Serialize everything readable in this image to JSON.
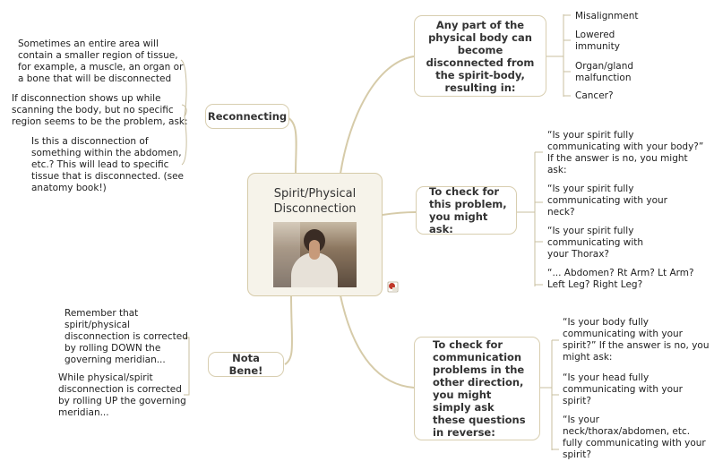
{
  "central": {
    "title": "Spirit/Physical\nDisconnection"
  },
  "nodes": {
    "reconnecting": "Reconnecting",
    "nota_bene": "Nota Bene!",
    "any_part": "Any part of the\nphysical body can\nbecome\ndisconnected from\nthe spirit-body,\nresulting in:",
    "to_check": "To check for\nthis problem,\nyou might ask:",
    "to_check_comm": "To check for\ncommunication\nproblems in the\nother direction,\nyou might\nsimply ask\nthese questions\nin reverse:"
  },
  "reconnecting_notes": [
    "Sometimes an entire area will\ncontain a smaller region of tissue,\nfor example, a muscle, an organ or\na bone that will be disconnected",
    "If disconnection shows up while\nscanning the body, but no specific\nregion seems to be the problem, ask:",
    "Is this a disconnection of\nsomething within the  abdomen,\netc.? This will lead to specific\ntissue that is disconnected. (see\nanatomy book!)"
  ],
  "nota_bene_notes": [
    "Remember that\nspirit/physical\ndisconnection is corrected\nby rolling DOWN the\ngoverning meridian...",
    "While physical/spirit\ndisconnection is corrected\nby rolling UP the governing\nmeridian..."
  ],
  "results": [
    "Misalignment",
    "Lowered\nimmunity",
    "Organ/gland\nmalfunction",
    "Cancer?"
  ],
  "check_questions": [
    "“Is your spirit fully\ncommunicating with your body?”\nIf the answer is no, you might\nask:",
    "“Is your spirit fully\ncommunicating with your\nneck?",
    "“Is your spirit fully\ncommunicating with\nyour Thorax?",
    "“...  Abdomen? Rt Arm? Lt Arm?\nLeft Leg? Right Leg?"
  ],
  "reverse_questions": [
    "“Is your body fully\ncommunicating with your\nspirit?” If the answer is no, you\nmight ask:",
    "“Is your head fully\ncommunicating with your\nspirit?",
    "“Is your\nneck/thorax/abdomen, etc.\nfully communicating with your\nspirit?"
  ],
  "colors": {
    "branch": "#d8ceb0",
    "node_border": "#d8ceb0",
    "central_fill": "#f6f3ea",
    "pdf_icon": "#c0392b"
  }
}
